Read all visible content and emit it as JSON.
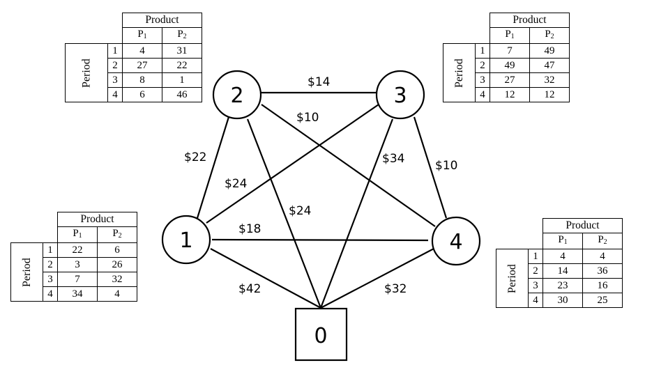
{
  "nodes": [
    {
      "id": "0",
      "label": "0"
    },
    {
      "id": "1",
      "label": "1"
    },
    {
      "id": "2",
      "label": "2"
    },
    {
      "id": "3",
      "label": "3"
    },
    {
      "id": "4",
      "label": "4"
    }
  ],
  "edges": [
    {
      "from": "2",
      "to": "3",
      "cost": "$14"
    },
    {
      "from": "2",
      "to": "4",
      "cost": "$10"
    },
    {
      "from": "2",
      "to": "1",
      "cost": "$22"
    },
    {
      "from": "1",
      "to": "3",
      "cost": "$24"
    },
    {
      "from": "2",
      "to": "0",
      "cost": "$24"
    },
    {
      "from": "3",
      "to": "0",
      "cost": "$34"
    },
    {
      "from": "3",
      "to": "4",
      "cost": "$10"
    },
    {
      "from": "1",
      "to": "4",
      "cost": "$18"
    },
    {
      "from": "1",
      "to": "0",
      "cost": "$42"
    },
    {
      "from": "4",
      "to": "0",
      "cost": "$32"
    }
  ],
  "table_labels": {
    "product": "Product",
    "period": "Period",
    "p": "P",
    "sub1": "1",
    "sub2": "2"
  },
  "tables": [
    {
      "node": "2",
      "rows": [
        {
          "period": "1",
          "p1": "4",
          "p2": "31"
        },
        {
          "period": "2",
          "p1": "27",
          "p2": "22"
        },
        {
          "period": "3",
          "p1": "8",
          "p2": "1"
        },
        {
          "period": "4",
          "p1": "6",
          "p2": "46"
        }
      ]
    },
    {
      "node": "3",
      "rows": [
        {
          "period": "1",
          "p1": "7",
          "p2": "49"
        },
        {
          "period": "2",
          "p1": "49",
          "p2": "47"
        },
        {
          "period": "3",
          "p1": "27",
          "p2": "32"
        },
        {
          "period": "4",
          "p1": "12",
          "p2": "12"
        }
      ]
    },
    {
      "node": "1",
      "rows": [
        {
          "period": "1",
          "p1": "22",
          "p2": "6"
        },
        {
          "period": "2",
          "p1": "3",
          "p2": "26"
        },
        {
          "period": "3",
          "p1": "7",
          "p2": "32"
        },
        {
          "period": "4",
          "p1": "34",
          "p2": "4"
        }
      ]
    },
    {
      "node": "4",
      "rows": [
        {
          "period": "1",
          "p1": "4",
          "p2": "4"
        },
        {
          "period": "2",
          "p1": "14",
          "p2": "36"
        },
        {
          "period": "3",
          "p1": "23",
          "p2": "16"
        },
        {
          "period": "4",
          "p1": "30",
          "p2": "25"
        }
      ]
    }
  ]
}
